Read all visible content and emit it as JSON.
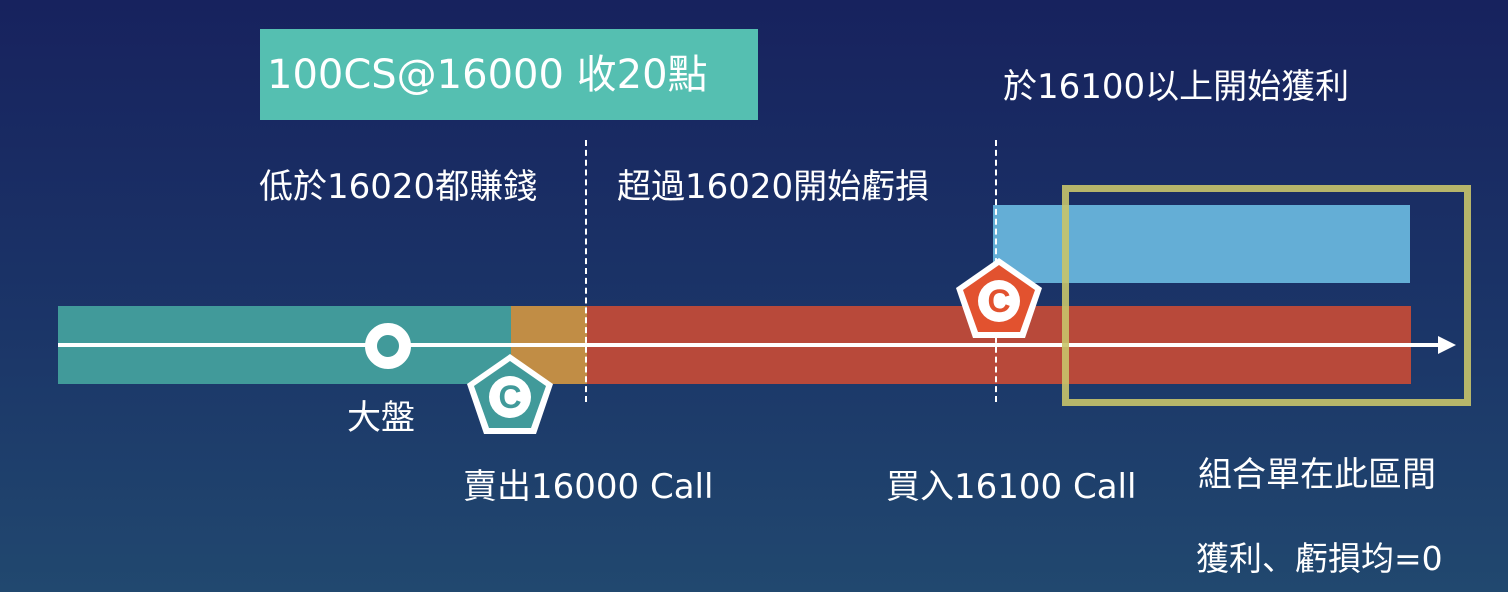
{
  "title": "100CS@16000 收20點",
  "top_right_text": "於16100以上開始獲利",
  "region_left_text": "低於16020都賺錢",
  "region_right_text": "超過16020開始虧損",
  "index_label": "大盤",
  "sell_call_label": "賣出16000 Call",
  "buy_call_label": "買入16100 Call",
  "combo_label": "組合單在此區間",
  "combo_sub_label": "獲利、虧損均=0",
  "sell_call_icon": "C",
  "buy_call_icon": "C",
  "colors": {
    "title_bg": "#55bfb1",
    "profit_bar": "#419a9a",
    "transition_bar": "#c18d45",
    "loss_bar": "#b8493a",
    "buy_call_bar": "#64aed6",
    "highlight_box": "#c8c46a",
    "sell_call_pentagon": "#419a9a",
    "buy_call_pentagon": "#e2522f"
  }
}
